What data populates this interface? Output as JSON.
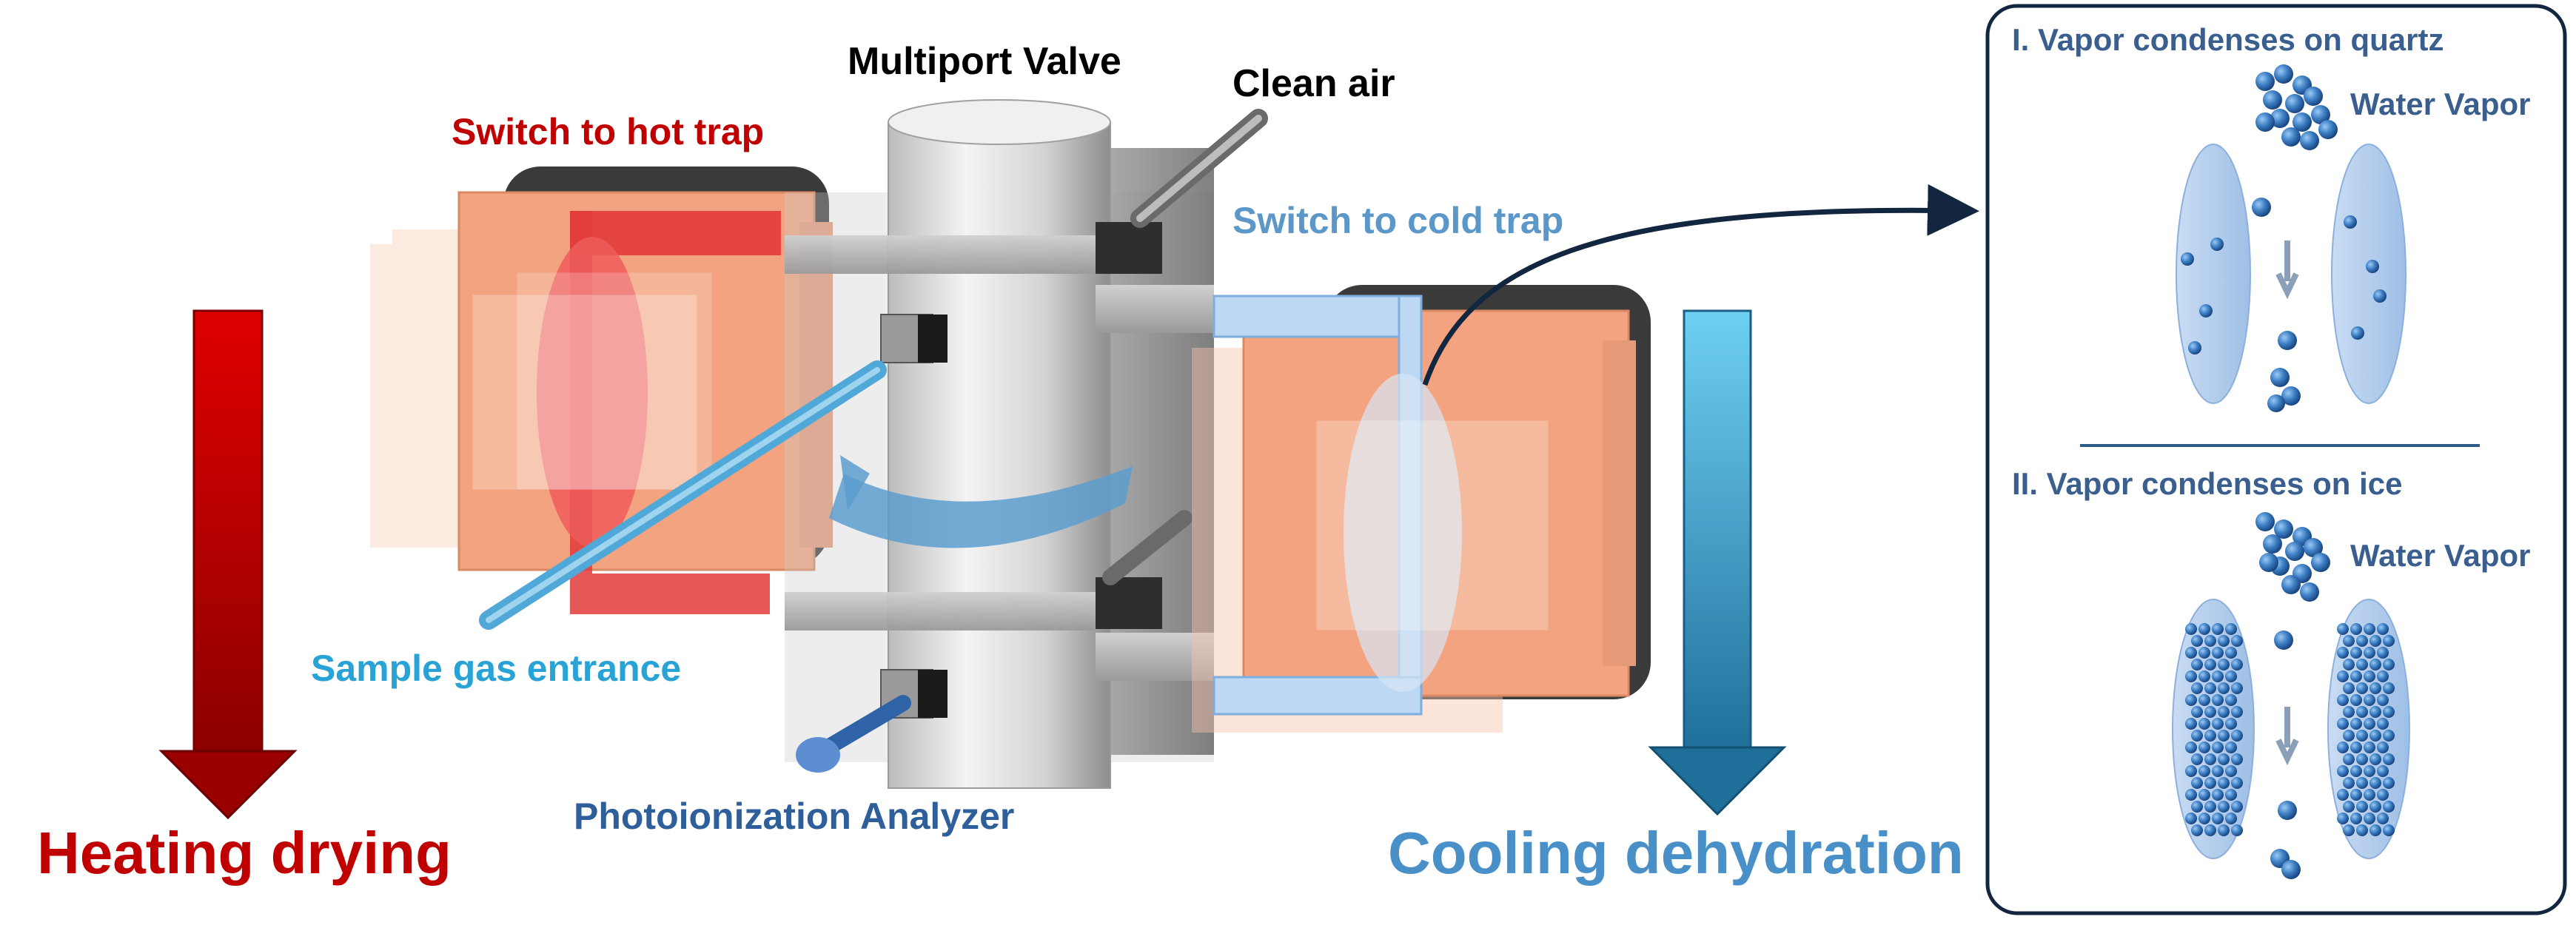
{
  "labels": {
    "multiport_valve": "Multiport Valve",
    "clean_air": "Clean air",
    "switch_hot": "Switch to hot trap",
    "switch_cold": "Switch to cold trap",
    "sample_gas": "Sample gas entrance",
    "analyzer": "Photoionization Analyzer",
    "heating": "Heating drying",
    "cooling": "Cooling dehydration"
  },
  "inset": {
    "panel1_title": "I.  Vapor condenses on quartz",
    "panel1_vapor": "Water Vapor",
    "panel2_title": "II.  Vapor condenses on ice",
    "panel2_vapor": "Water Vapor"
  },
  "colors": {
    "hot": "#c00000",
    "cold": "#5b9bd5",
    "cold_text": "#4a90c8",
    "sample": "#29a3d6",
    "analyzer": "#2e5f9a",
    "inset_text": "#3a5f8f",
    "copper": "#f3a37f",
    "molecule": "#2f6db2"
  }
}
